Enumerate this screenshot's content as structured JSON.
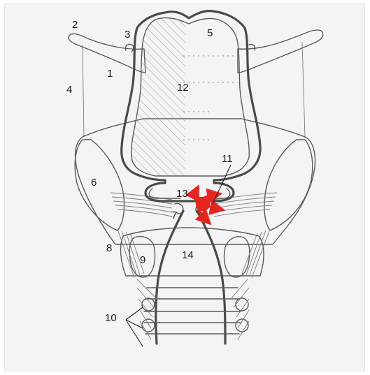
{
  "labels": {
    "l1": "1",
    "l2": "2",
    "l3": "3",
    "l4": "4",
    "l5": "5",
    "l6": "6",
    "l7": "7",
    "l8": "8",
    "l9": "9",
    "l10": "10",
    "l11": "11",
    "l12": "12",
    "l13": "13",
    "l14": "14"
  },
  "colors": {
    "outline": "#4a4a4a",
    "arrow": "#e52620",
    "background": "#f4f4f6"
  }
}
